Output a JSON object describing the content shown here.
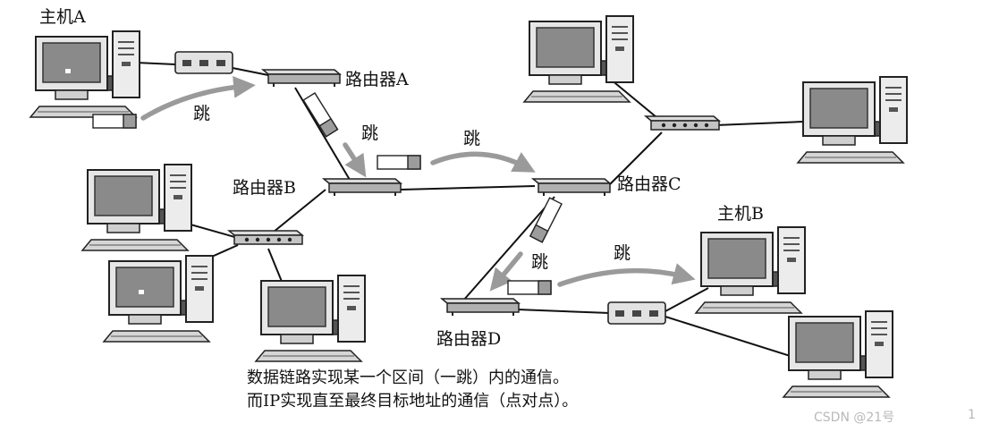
{
  "labels": {
    "host_a": "主机A",
    "host_b": "主机B",
    "router_a": "路由器A",
    "router_b": "路由器B",
    "router_c": "路由器C",
    "router_d": "路由器D"
  },
  "hop_label": "跳",
  "caption": {
    "line1": "数据链路实现某一个区间（一跳）内的通信。",
    "line2": "而IP实现直至最终目标地址的通信（点对点）。"
  },
  "watermark": "CSDN @21号",
  "page_number": "1"
}
